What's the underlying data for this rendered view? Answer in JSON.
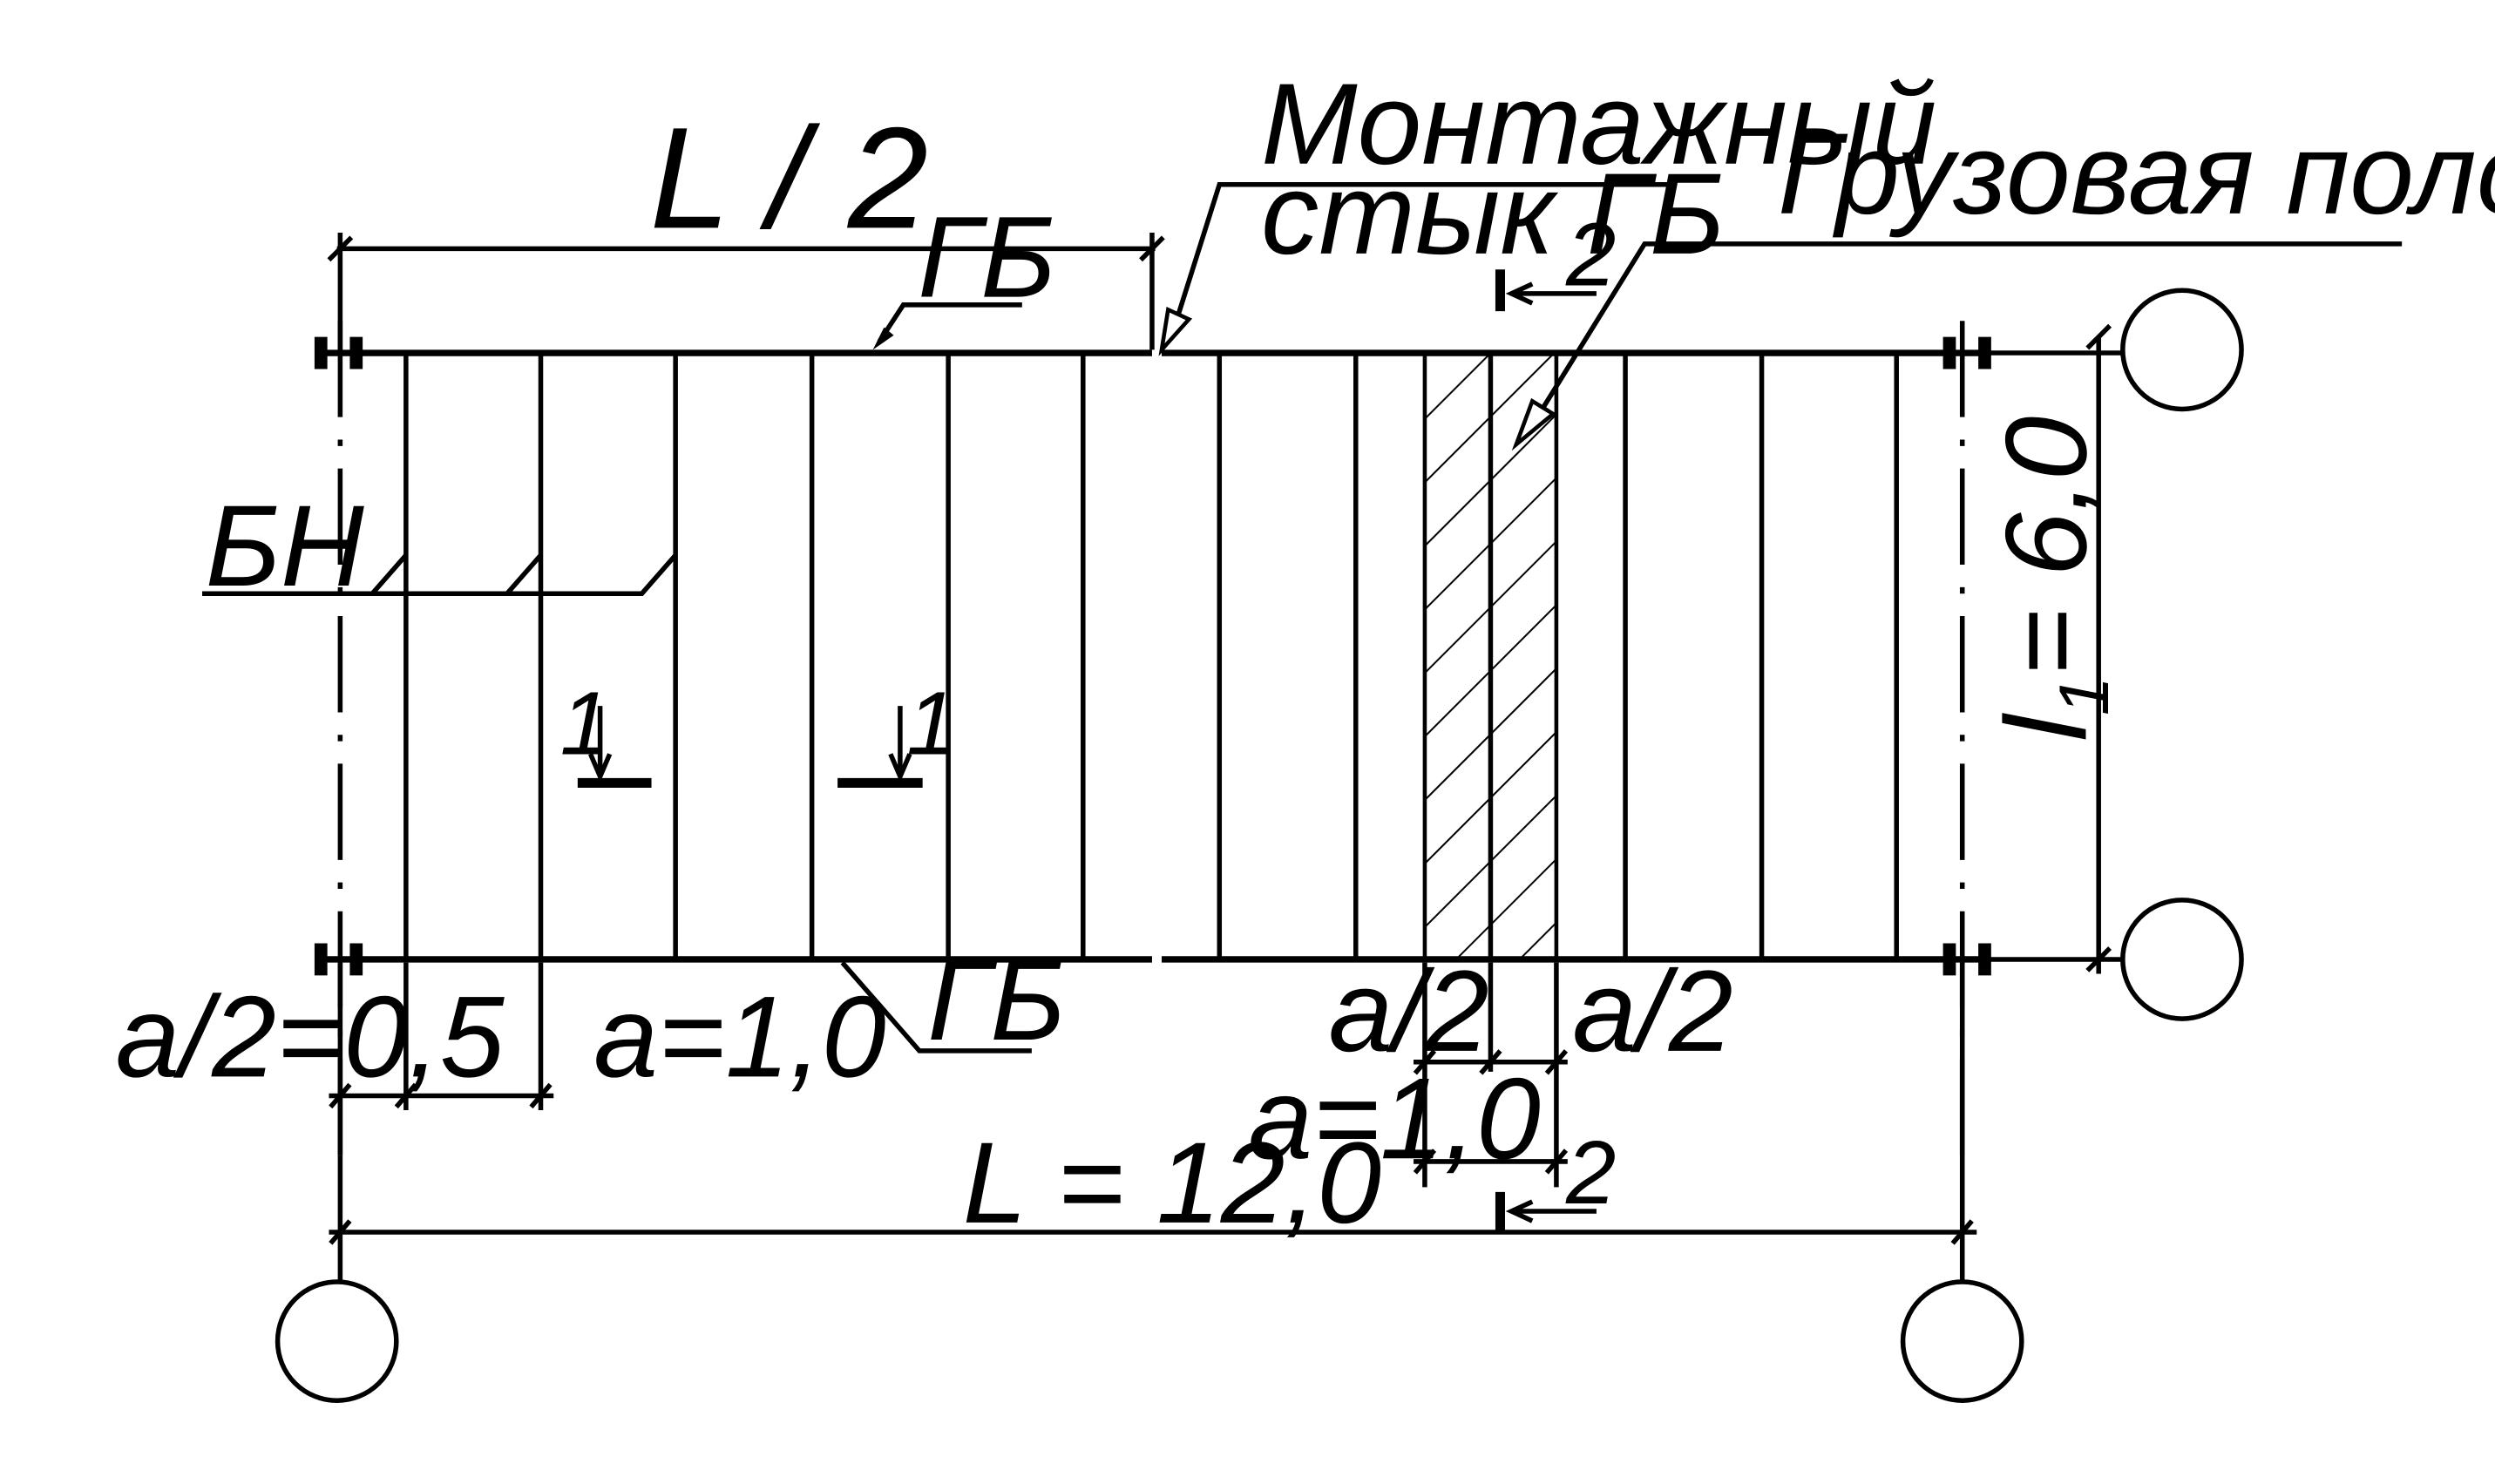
{
  "labels": {
    "half_span": "L / 2",
    "joint_line1": "Монтажный",
    "joint_line2": "стык ГБ",
    "load_strip": "Грузовая полоса БН",
    "beam_top": "ГБ",
    "beam_bottom": "ГБ",
    "floor_beam": "БН",
    "section1_left": "1",
    "section1_right": "1",
    "section2_top": "2",
    "section2_bottom": "2",
    "half_spacing_left": "a/2=0,5",
    "spacing_left": "a=1,0",
    "strip_half_left": "a/2",
    "strip_half_right": "a/2",
    "strip_width": "a=1,0",
    "span_total": "L = 12,0",
    "span_secondary_l": "l",
    "span_secondary_sub": "1",
    "span_secondary_rest": "= 6,0"
  },
  "colors": {
    "ink": "#000000",
    "paper": "#ffffff"
  }
}
